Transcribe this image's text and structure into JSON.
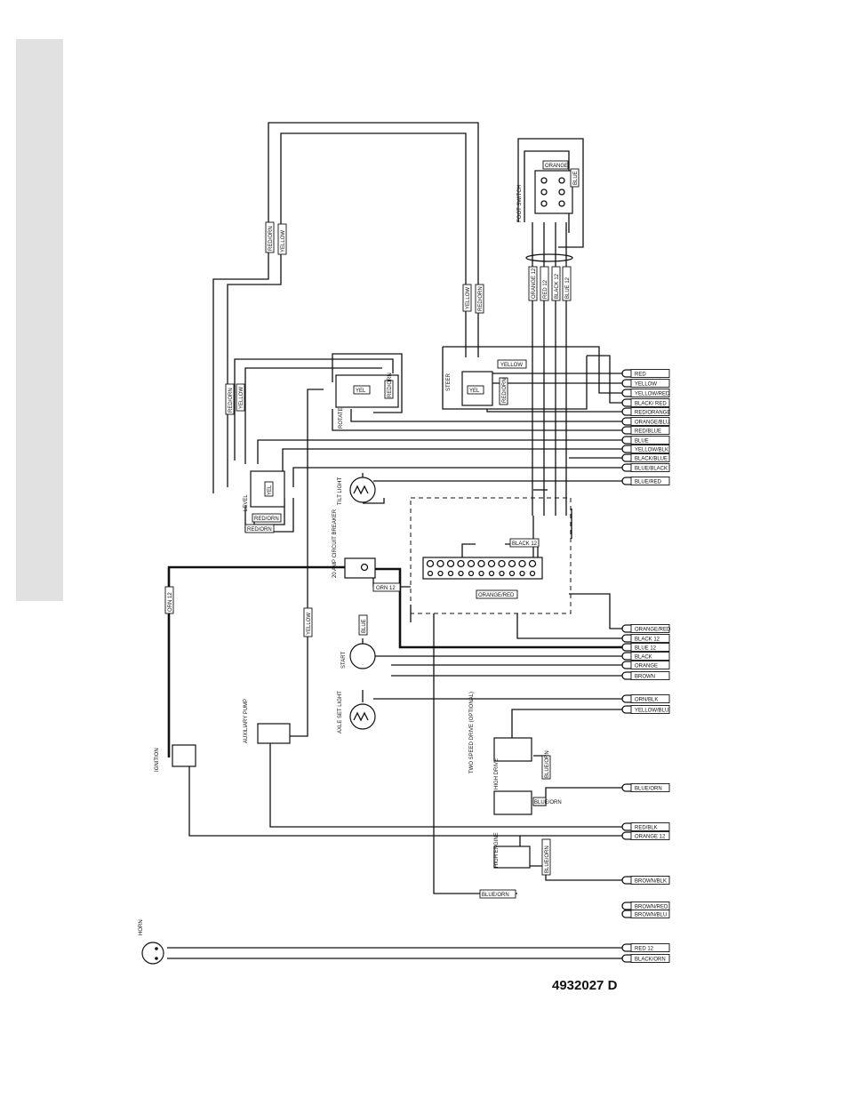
{
  "drawing_number": "4932027 D",
  "components": {
    "foot_switch": "FOOT SWITCH",
    "steer": "STEER",
    "rotate": "ROTATE",
    "level": "LEVEL",
    "tilt_light": "TILT LIGHT",
    "circuit_breaker": "20 AMP CIRCUIT BREAKER",
    "start": "START",
    "axle_set_light": "AXLE SET LIGHT",
    "auxiliary_pump": "AUXILIARY PUMP",
    "ignition": "IGNITION",
    "two_speed_drive": "TWO SPEED DRIVE (OPTIONAL)",
    "high_drive": "HIGH DRIVE",
    "high_engine": "HIGH ENGINE",
    "horn": "HORN"
  },
  "terminal_tags": [
    "RED",
    "YELLOW",
    "YELLOW/RED",
    "BLACK/ RED",
    "RED/ORANGE",
    "ORANGE/BLU",
    "RED/BLUE",
    "BLUE",
    "YELLOW/BLK",
    "BLACK/BLUE",
    "BLUE/BLACK",
    "BLUE/RED",
    "ORANGE/RED",
    "BLACK 12",
    "BLUE 12",
    "BLACK",
    "ORANGE",
    "BROWN",
    "ORN/BLK",
    "YELLOW/BLU",
    "BLUE/ORN",
    "RED/BLK",
    "ORANGE 12",
    "BROWN/BLK",
    "BROWN/RED",
    "BROWN/BLU",
    "RED 12",
    "BLACK/ORN"
  ],
  "wire_tags": {
    "red_orn_top": "RED/ORN",
    "yellow_top": "YELLOW",
    "yellow_mid": "YELLOW",
    "red_orn_mid": "RED/ORN",
    "orange_12": "ORANGE 12",
    "red_12": "RED 12",
    "black_12": "BLACK 12",
    "blue_12": "BLUE 12",
    "fs_orange": "ORANGE",
    "fs_blue": "BLUE",
    "steer_yellow": "YELLOW",
    "steer_yel": "YEL",
    "steer_red_orn": "RED/ORN",
    "rot_yel": "YEL",
    "rot_red_orn": "RED/ORN",
    "lvl_red_orn": "RED/ORN",
    "lvl_yellow": "YELLOW",
    "lvl_yel": "YEL",
    "lvl_red_orn_1": "RED/ORN",
    "lvl_red_orn_2": "RED/ORN",
    "orn12_ign": "ORN 12",
    "orn12_cb": "ORN 12",
    "yellow_aux": "YELLOW",
    "blue_start": "BLUE",
    "black12_strip": "BLACK 12",
    "orange_red_strip": "ORANGE/RED",
    "blu_orn_2sp": "BLUE/ORN",
    "blu_orn_hd": "BLUE/ORN",
    "blu_orn_he": "BLUE/ORN",
    "blue_orn_bottom": "BLUE/ORN"
  }
}
